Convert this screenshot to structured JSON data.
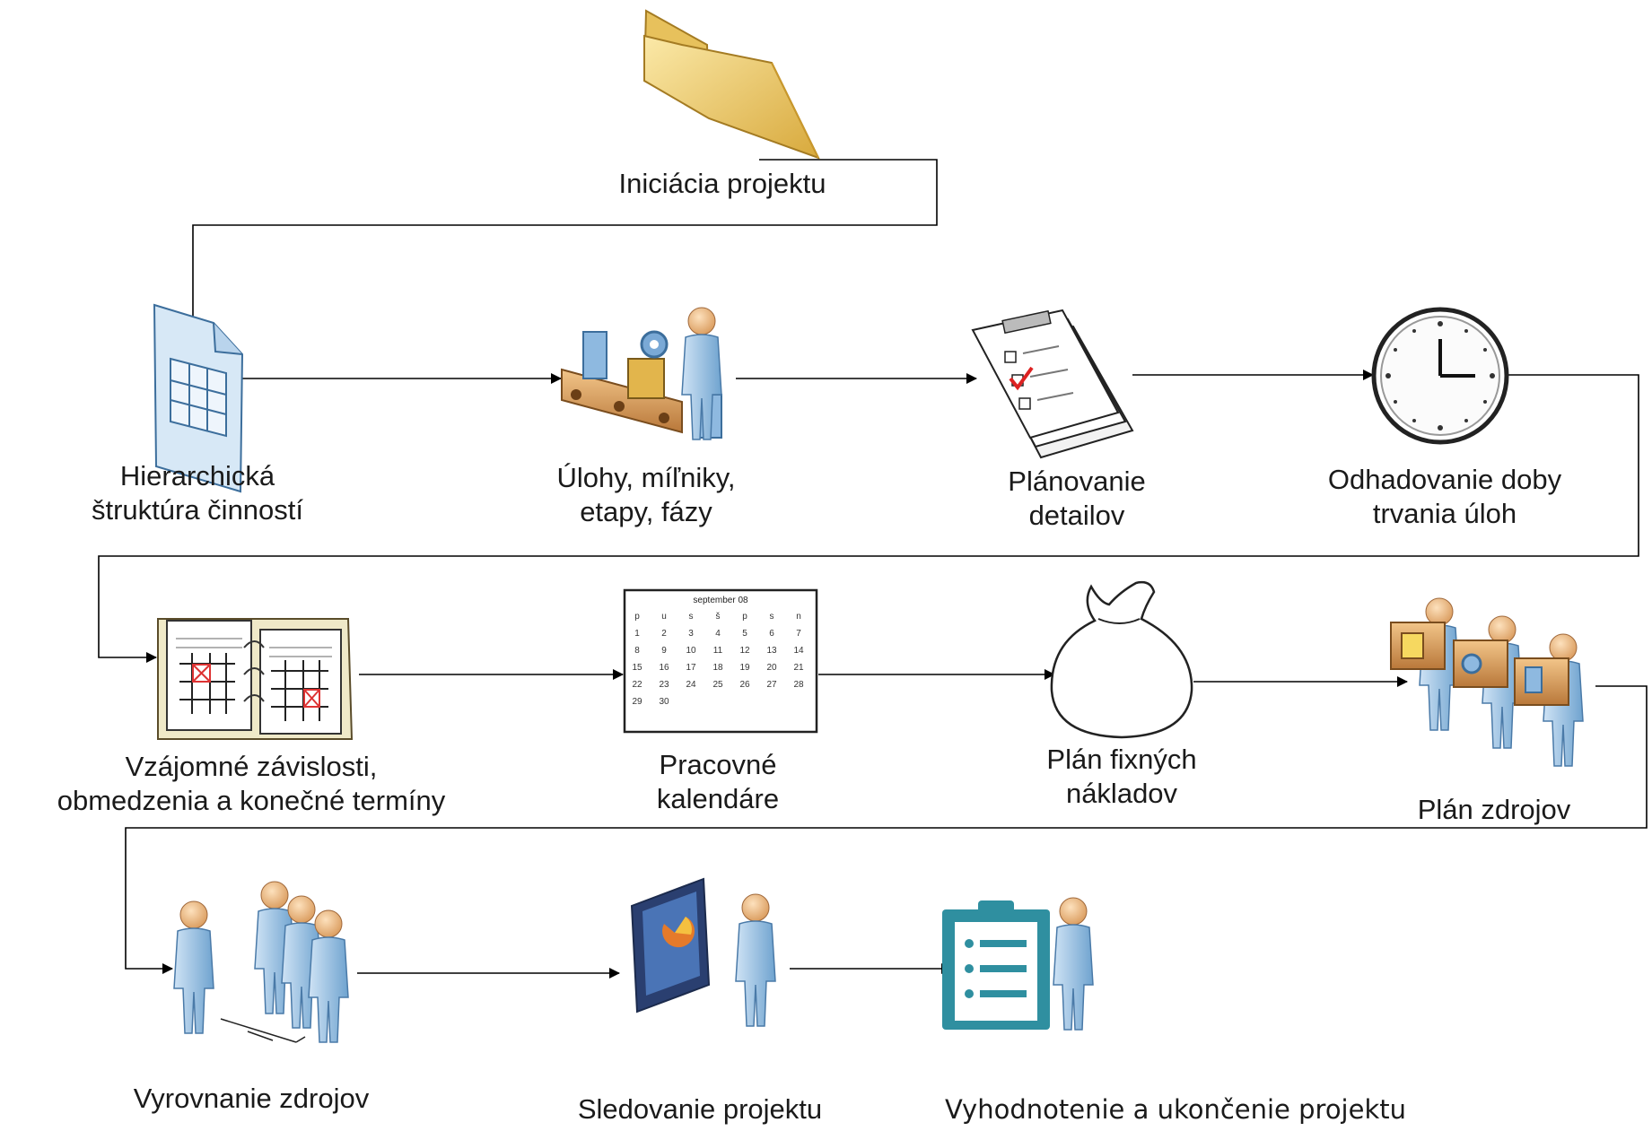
{
  "steps": [
    {
      "id": "iniciacia",
      "line1": "Iniciácia projektu",
      "line2": "",
      "icon": "folder-icon"
    },
    {
      "id": "hierarchicka",
      "line1": "Hierarchická",
      "line2": "štruktúra činností",
      "icon": "spreadsheet-document-icon"
    },
    {
      "id": "ulohy",
      "line1": "Úlohy, míľniky,",
      "line2": "etapy, fázy",
      "icon": "assembly-line-worker-icon"
    },
    {
      "id": "planovanie",
      "line1": "Plánovanie",
      "line2": "detailov",
      "icon": "checklist-icon"
    },
    {
      "id": "odhadovanie",
      "line1": "Odhadovanie doby",
      "line2": "trvania úloh",
      "icon": "clock-icon"
    },
    {
      "id": "zavislosti",
      "line1": "Vzájomné závislosti,",
      "line2": "obmedzenia a konečné termíny",
      "icon": "planner-book-icon"
    },
    {
      "id": "kalendare",
      "line1": "Pracovné",
      "line2": "kalendáre",
      "icon": "calendar-icon"
    },
    {
      "id": "naklady",
      "line1": "Plán fixných",
      "line2": "nákladov",
      "icon": "money-bag-icon"
    },
    {
      "id": "zdroje",
      "line1": "Plán zdrojov",
      "line2": "",
      "icon": "workers-with-boxes-icon"
    },
    {
      "id": "vyrovnanie",
      "line1": "Vyrovnanie zdrojov",
      "line2": "",
      "icon": "resource-leveling-people-icon"
    },
    {
      "id": "sledovanie",
      "line1": "Sledovanie projektu",
      "line2": "",
      "icon": "presenter-monitor-icon"
    },
    {
      "id": "vyhodnotenie",
      "line1": "Vyhodnotenie a ukončenie projektu",
      "line2": "",
      "icon": "clipboard-person-icon"
    }
  ],
  "calendar": {
    "title": "september 08",
    "day_headers": [
      "p",
      "u",
      "s",
      "š",
      "p",
      "s",
      "n"
    ],
    "rows": [
      [
        "1",
        "2",
        "3",
        "4",
        "5",
        "6",
        "7"
      ],
      [
        "8",
        "9",
        "10",
        "11",
        "12",
        "13",
        "14"
      ],
      [
        "15",
        "16",
        "17",
        "18",
        "19",
        "20",
        "21"
      ],
      [
        "22",
        "23",
        "24",
        "25",
        "26",
        "27",
        "28"
      ],
      [
        "29",
        "30",
        "",
        "",
        "",
        "",
        ""
      ]
    ]
  },
  "colors": {
    "line": "#000000",
    "person_body": "#9cc3e6",
    "person_head": "#f2c28e",
    "folder": "#f0d070",
    "box": "#d9a15a",
    "teal": "#2f8fa0"
  }
}
